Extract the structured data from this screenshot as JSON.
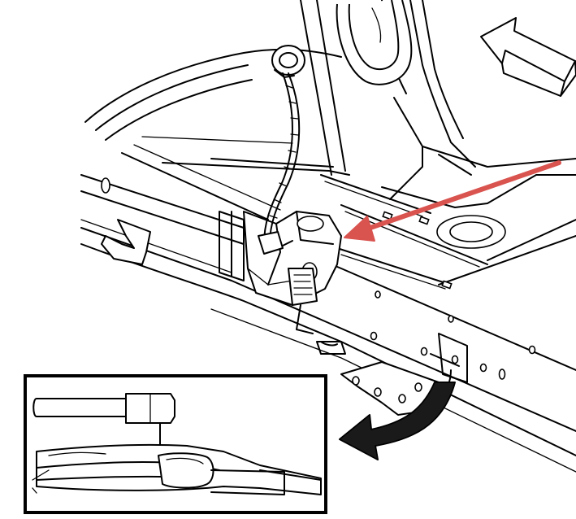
{
  "figure": {
    "background": "#ffffff",
    "line_color": "#000000",
    "callout_arrow_color": "#d9534f"
  },
  "parts": {
    "frame_rail": "frame-rail",
    "floor_pan": "floor-pan",
    "b_pillar": "b-pillar",
    "wiring_harness": "wiring-harness",
    "grommet": "grommet",
    "mounting_bracket": "mounting-bracket",
    "connector": "connector",
    "inset_detail": "connector-inset-detail"
  },
  "icons": {
    "direction_arrow": "forward-direction-arrow-icon",
    "callout_arrow": "red-callout-arrow-icon",
    "curved_arrow": "curved-pointer-arrow-icon"
  }
}
